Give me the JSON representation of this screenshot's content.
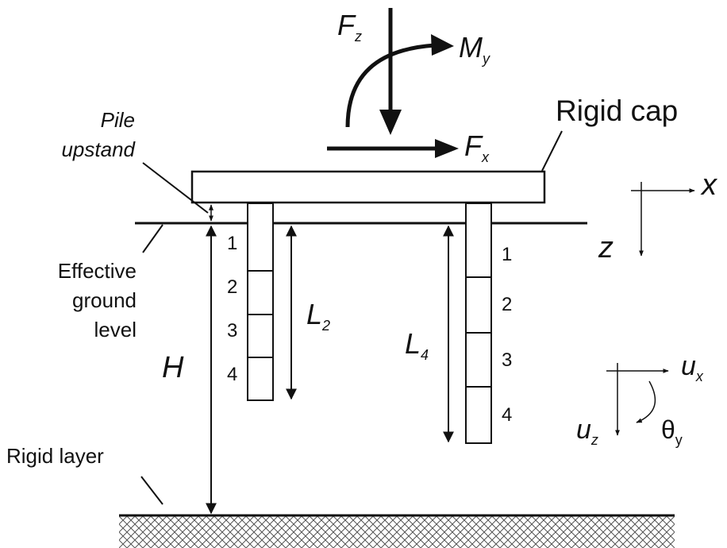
{
  "labels": {
    "force_z": "F",
    "force_z_sub": "z",
    "moment_y": "M",
    "moment_y_sub": "y",
    "force_x": "F",
    "force_x_sub": "x",
    "rigid_cap": "Rigid cap",
    "pile_upstand_line1": "Pile",
    "pile_upstand_line2": "upstand",
    "effective_ground_line1": "Effective",
    "effective_ground_line2": "ground",
    "effective_ground_line3": "level",
    "height": "H",
    "length_2": "L",
    "length_2_sub": "2",
    "length_4": "L",
    "length_4_sub": "4",
    "rigid_layer": "Rigid layer",
    "axis_x": "x",
    "axis_z": "z",
    "disp_x": "u",
    "disp_x_sub": "x",
    "disp_z": "u",
    "disp_z_sub": "z",
    "rotation": "θ",
    "rotation_sub": "y"
  },
  "pile_left_segments": [
    "1",
    "2",
    "3",
    "4"
  ],
  "pile_right_segments": [
    "1",
    "2",
    "3",
    "4"
  ],
  "colors": {
    "ink": "#111111",
    "hatch": "#555555",
    "background": "#ffffff"
  }
}
